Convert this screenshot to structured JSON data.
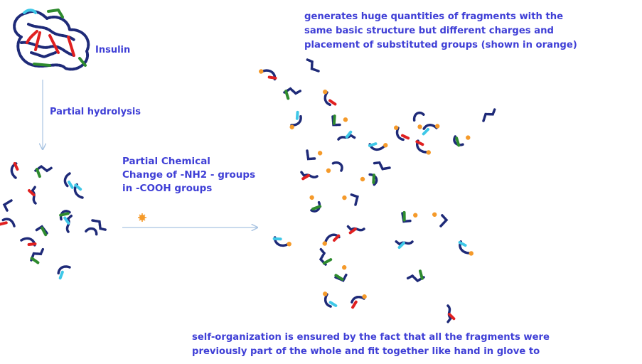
{
  "colors": {
    "text": "#3f3fd6",
    "chain": "#1e2a78",
    "red": "#e02020",
    "green": "#2e8b2e",
    "cyan": "#3fc8e8",
    "orange": "#f59a2a",
    "arrow": "#a9c4e2"
  },
  "labels": {
    "insulin": "Insulin",
    "hydrolysis": "Partial hydrolysis",
    "chemical_change": [
      "Partial Chemical",
      "Change of -NH2 - groups",
      "in -COOH groups"
    ],
    "fragments_note": [
      "generates huge quantities of fragments with the",
      "same basic structure but different charges and",
      "placement of substituted groups (shown in orange)"
    ],
    "self_organization": [
      "self-organization is ensured by the fact that all the fragments were",
      "previously part of the whole and fit together like hand in glove to"
    ]
  },
  "icons": {
    "insulin_molecule": "insulin-molecule-icon",
    "orange_substituent": "orange-star-icon"
  }
}
